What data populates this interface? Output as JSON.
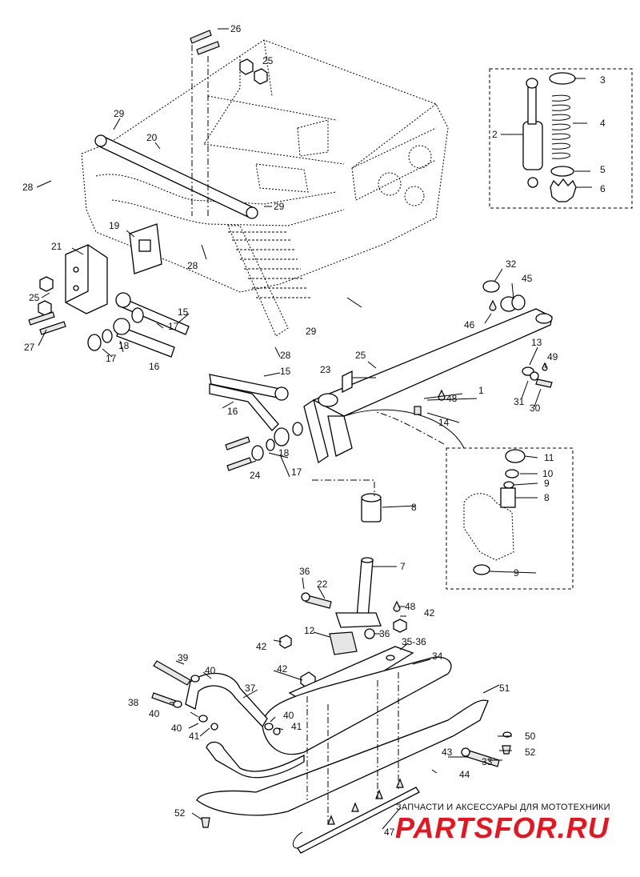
{
  "diagram": {
    "callouts": [
      "1",
      "2",
      "3",
      "4",
      "5",
      "6",
      "7",
      "8",
      "8",
      "9",
      "9",
      "10",
      "11",
      "12",
      "13",
      "14",
      "15",
      "15",
      "16",
      "16",
      "17",
      "17",
      "17",
      "18",
      "18",
      "19",
      "20",
      "21",
      "22",
      "23",
      "24",
      "25",
      "25",
      "25",
      "26",
      "27",
      "28",
      "28",
      "28",
      "29",
      "29",
      "29",
      "30",
      "31",
      "32",
      "33",
      "34",
      "35-36",
      "36",
      "36",
      "37",
      "38",
      "39",
      "40",
      "40",
      "40",
      "40",
      "41",
      "41",
      "42",
      "42",
      "42",
      "43",
      "44",
      "45",
      "46",
      "47",
      "48",
      "48",
      "49",
      "50",
      "51",
      "52",
      "52"
    ]
  },
  "watermark": {
    "caption": "ЗАПЧАСТИ И АКСЕССУАРЫ ДЛЯ МОТОТЕХНИКИ",
    "brand": "PARTSFOR.RU",
    "brand_color": "#e8141f"
  }
}
